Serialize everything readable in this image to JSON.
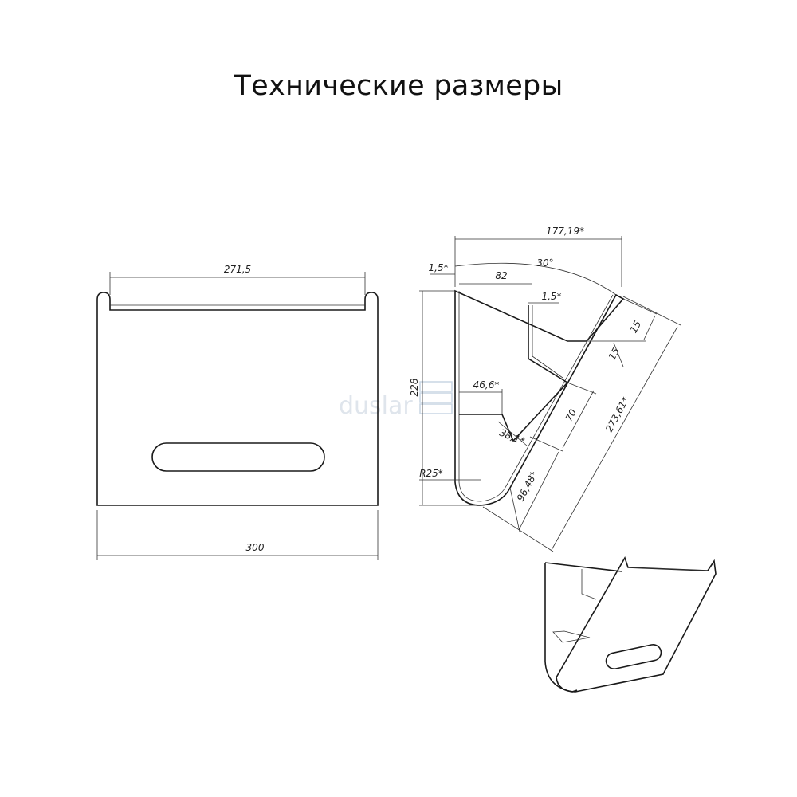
{
  "title": "Технические размеры",
  "watermark": "duslar",
  "front_view": {
    "width_label": "300",
    "top_label": "271,5"
  },
  "side_view": {
    "width_label": "177,19*",
    "angle_label": "30°",
    "thickness_label": "1,5*",
    "inner_width_label": "82",
    "thickness2_label": "1,5*",
    "height_label": "228",
    "depth_label": "46,6*",
    "length_label": "38,1*",
    "radius_label": "R25*",
    "length2_label": "96,48*",
    "height2_label": "70",
    "diagonal_label": "273,61*",
    "lip_label": "15",
    "lip2_label": "15"
  }
}
